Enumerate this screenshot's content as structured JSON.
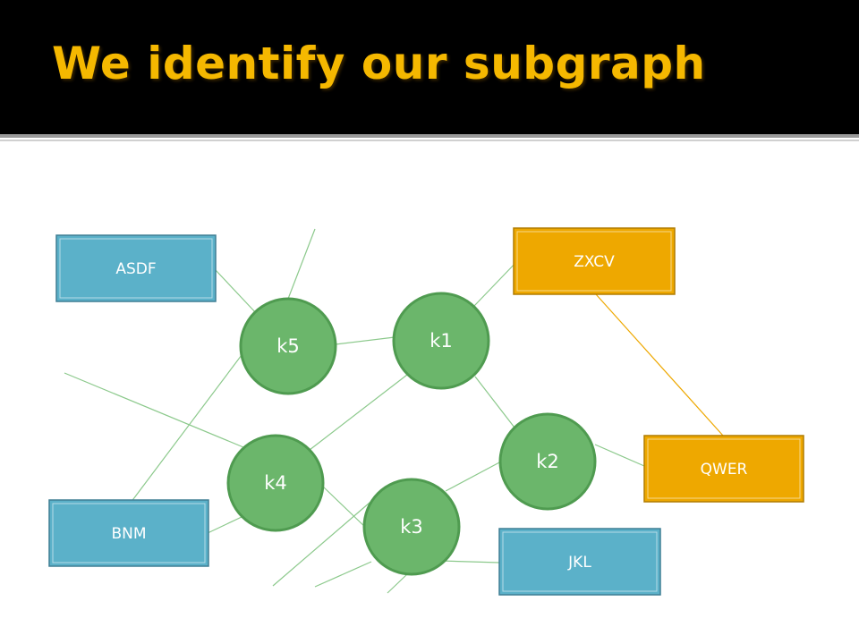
{
  "slide": {
    "title": "We identify our subgraph"
  },
  "colors": {
    "title": "#F5B800",
    "blue_box": "#5BB1C9",
    "orange_box": "#EEA800",
    "node": "#6BB66B",
    "node_stroke": "#4F9B50",
    "edge": "#8CC98C",
    "orange_edge": "#EEA800"
  },
  "boxes": [
    {
      "id": "asdf",
      "label": "ASDF",
      "kind": "blue"
    },
    {
      "id": "zxcv",
      "label": "ZXCV",
      "kind": "orange"
    },
    {
      "id": "qwer",
      "label": "QWER",
      "kind": "orange"
    },
    {
      "id": "bnm",
      "label": "BNM",
      "kind": "blue"
    },
    {
      "id": "jkl",
      "label": "JKL",
      "kind": "blue"
    }
  ],
  "nodes": [
    {
      "id": "k1",
      "label": "k1"
    },
    {
      "id": "k2",
      "label": "k2"
    },
    {
      "id": "k3",
      "label": "k3"
    },
    {
      "id": "k4",
      "label": "k4"
    },
    {
      "id": "k5",
      "label": "k5"
    }
  ],
  "edges": [
    {
      "from": "asdf",
      "to": "k5"
    },
    {
      "from": "k5",
      "to": "k1"
    },
    {
      "from": "k1",
      "to": "zxcv"
    },
    {
      "from": "k1",
      "to": "k2"
    },
    {
      "from": "k1",
      "to": "k4"
    },
    {
      "from": "k2",
      "to": "qwer"
    },
    {
      "from": "k2",
      "to": "k3"
    },
    {
      "from": "k4",
      "to": "k3"
    },
    {
      "from": "k4",
      "to": "bnm"
    },
    {
      "from": "k5",
      "to": "bnm"
    },
    {
      "from": "k3",
      "to": "jkl"
    },
    {
      "from": "zxcv",
      "to": "qwer",
      "style": "orange"
    }
  ]
}
